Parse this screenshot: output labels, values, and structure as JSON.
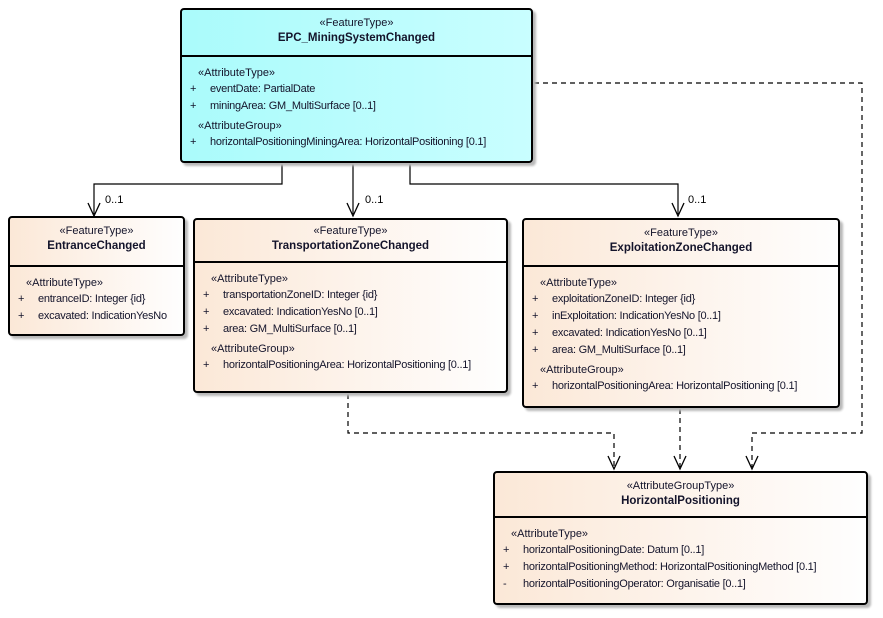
{
  "colors": {
    "line": "#000000",
    "text": "#14142b",
    "cyan_fill": "#aafbfb",
    "beige_fill_left": "#fbe8d7",
    "beige_fill_right": "#fefefe"
  },
  "boxes": {
    "mining": {
      "stereotype": "«FeatureType»",
      "name": "EPC_MiningSystemChanged",
      "groups": [
        {
          "label": "«AttributeType»",
          "rows": [
            {
              "vis": "+",
              "text": "eventDate: PartialDate"
            },
            {
              "vis": "+",
              "text": "miningArea: GM_MultiSurface [0..1]"
            }
          ]
        },
        {
          "label": "«AttributeGroup»",
          "rows": [
            {
              "vis": "+",
              "text": "horizontalPositioningMiningArea: HorizontalPositioning [0.1]"
            }
          ]
        }
      ]
    },
    "entrance": {
      "stereotype": "«FeatureType»",
      "name": "EntranceChanged",
      "groups": [
        {
          "label": "«AttributeType»",
          "rows": [
            {
              "vis": "+",
              "text": "entranceID: Integer {id}"
            },
            {
              "vis": "+",
              "text": "excavated: IndicationYesNo"
            }
          ]
        }
      ]
    },
    "transportation": {
      "stereotype": "«FeatureType»",
      "name": "TransportationZoneChanged",
      "groups": [
        {
          "label": "«AttributeType»",
          "rows": [
            {
              "vis": "+",
              "text": "transportationZoneID: Integer {id}"
            },
            {
              "vis": "+",
              "text": "excavated: IndicationYesNo [0..1]"
            },
            {
              "vis": "+",
              "text": "area: GM_MultiSurface [0..1]"
            }
          ]
        },
        {
          "label": "«AttributeGroup»",
          "rows": [
            {
              "vis": "+",
              "text": "horizontalPositioningArea: HorizontalPositioning [0..1]"
            }
          ]
        }
      ]
    },
    "exploitation": {
      "stereotype": "«FeatureType»",
      "name": "ExploitationZoneChanged",
      "groups": [
        {
          "label": "«AttributeType»",
          "rows": [
            {
              "vis": "+",
              "text": "exploitationZoneID: Integer {id}"
            },
            {
              "vis": "+",
              "text": "inExploitation: IndicationYesNo [0..1]"
            },
            {
              "vis": "+",
              "text": "excavated: IndicationYesNo [0..1]"
            },
            {
              "vis": "+",
              "text": "area: GM_MultiSurface [0..1]"
            }
          ]
        },
        {
          "label": "«AttributeGroup»",
          "rows": [
            {
              "vis": "+",
              "text": "horizontalPositioningArea: HorizontalPositioning [0.1]"
            }
          ]
        }
      ]
    },
    "positioning": {
      "stereotype": "«AttributeGroupType»",
      "name": "HorizontalPositioning",
      "groups": [
        {
          "label": "«AttributeType»",
          "rows": [
            {
              "vis": "+",
              "text": "horizontalPositioningDate: Datum [0..1]"
            },
            {
              "vis": "+",
              "text": "horizontalPositioningMethod: HorizontalPositioningMethod [0.1]"
            },
            {
              "vis": "-",
              "text": "horizontalPositioningOperator: Organisatie [0..1]"
            }
          ]
        }
      ]
    }
  },
  "connectors": {
    "mult_entrance": "0..1",
    "mult_transportation": "0..1",
    "mult_exploitation": "0..1"
  }
}
